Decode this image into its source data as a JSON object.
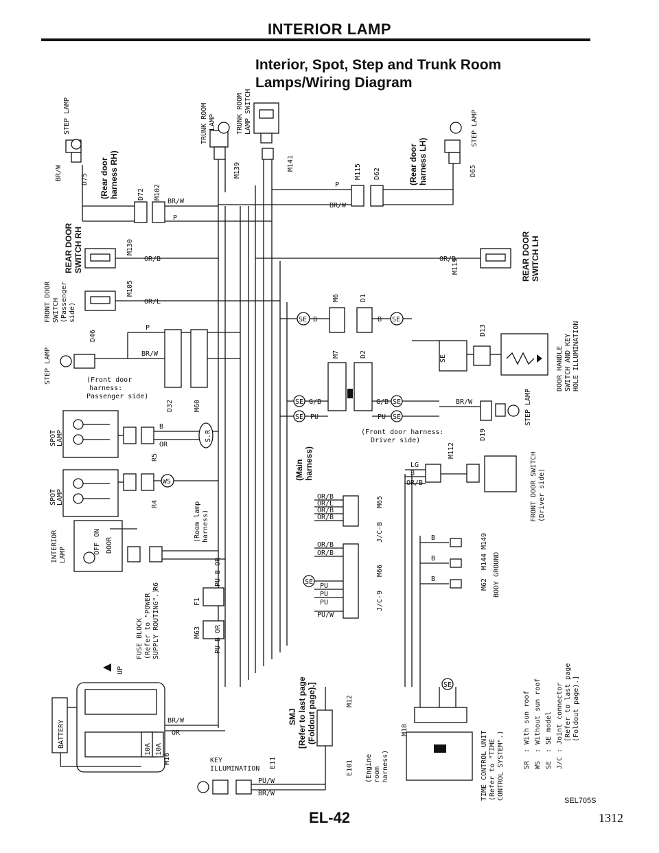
{
  "header": {
    "title": "INTERIOR LAMP",
    "subtitle_line1": "Interior, Spot, Step and Trunk Room",
    "subtitle_line2": "Lamps/Wiring Diagram"
  },
  "footer": {
    "page_code": "EL-42",
    "page_number": "1312",
    "image_code": "SEL705S"
  },
  "components": {
    "step_lamp_rh": "STEP LAMP",
    "rear_door_harness_rh_1": "(Rear door",
    "rear_door_harness_rh_2": "harness RH)",
    "trunk_room_lamp_1": "TRUNK ROOM",
    "trunk_room_lamp_2": "LAMP",
    "trunk_room_switch_1": "TRUNK ROOM",
    "trunk_room_switch_2": "LAMP SWITCH",
    "rear_door_harness_lh_1": "(Rear door",
    "rear_door_harness_lh_2": "harness LH)",
    "step_lamp_lh": "STEP LAMP",
    "rear_door_switch_rh_1": "REAR DOOR",
    "rear_door_switch_rh_2": "SWITCH RH",
    "rear_door_switch_lh_1": "REAR DOOR",
    "rear_door_switch_lh_2": "SWITCH LH",
    "front_door_switch_pass_1": "FRONT DOOR",
    "front_door_switch_pass_2": "SWITCH",
    "front_door_switch_pass_3": "(Passenger",
    "front_door_switch_pass_4": "side)",
    "step_lamp_front": "STEP LAMP",
    "front_door_harness_pass_1": "(Front door",
    "front_door_harness_pass_2": "harness:",
    "front_door_harness_pass_3": "Passenger side)",
    "door_handle_1": "DOOR HANDLE",
    "door_handle_2": "SWITCH AND KEY",
    "door_handle_3": "HOLE ILLUMINATION",
    "step_lamp_driver": "STEP LAMP",
    "front_door_harness_driver_1": "(Front door harness:",
    "front_door_harness_driver_2": "Driver side)",
    "spot_lamp_1a": "SPOT",
    "spot_lamp_1b": "LAMP",
    "spot_lamp_2a": "SPOT",
    "spot_lamp_2b": "LAMP",
    "main_harness_1": "(Main",
    "main_harness_2": "harness)",
    "front_door_switch_driver_1": "FRONT DOOR SWITCH",
    "front_door_switch_driver_2": "(Driver side)",
    "interior_lamp_1": "INTERIOR",
    "interior_lamp_2": "LAMP",
    "room_lamp_harness_1": "(Room lamp",
    "room_lamp_harness_2": "harness)",
    "jc_b": "J/C-B",
    "jc_9": "J/C-9",
    "body_ground": "BODY GROUND",
    "fuse_block_1": "FUSE BLOCK",
    "fuse_block_2": "(Refer to \"POWER",
    "fuse_block_3": "SUPPLY ROUTING\".)",
    "up": "UP",
    "battery": "BATTERY",
    "smj_1": "SMJ",
    "smj_2": "[Refer to last page",
    "smj_3": "(Foldout page).]",
    "key_illumination_1": "KEY",
    "key_illumination_2": "ILLUMINATION",
    "engine_room_harness_1": "(Engine",
    "engine_room_harness_2": "room",
    "engine_room_harness_3": "harness)",
    "time_control_1": "TIME CONTROL UNIT",
    "time_control_2": "(Refer to \"TIME",
    "time_control_3": "CONTROL SYSTEM\".)"
  },
  "connectors": {
    "d75": "D75",
    "d72": "D72",
    "m102": "M102",
    "m130": "M130",
    "m105": "M105",
    "m139": "M139",
    "m141": "M141",
    "m115": "M115",
    "d62": "D62",
    "d65": "D65",
    "m119": "M119",
    "m6": "M6",
    "d1": "D1",
    "m7": "M7",
    "d2": "D2",
    "d46": "D46",
    "d32": "D32",
    "m60": "M60",
    "d13": "D13",
    "d19": "D19",
    "r5": "R5",
    "r4": "R4",
    "m112": "M112",
    "m65": "M65",
    "m66": "M66",
    "r6": "R6",
    "f1": "F1",
    "m63": "M63",
    "m149": "M149",
    "m144": "M144",
    "m62": "M62",
    "m16": "M16",
    "m12": "M12",
    "m18": "M18",
    "e11": "E11",
    "e101": "E101"
  },
  "wires": {
    "br_w": "BR/W",
    "p": "P",
    "or_b": "OR/B",
    "or_l": "OR/L",
    "b": "B",
    "g_b": "G/B",
    "pu": "PU",
    "lg": "LG",
    "pu_w": "PU/W",
    "or": "OR",
    "pu_b": "PU B OR",
    "fuse_10a": "10A"
  },
  "symbols": {
    "se": "SE",
    "sr": "S.R",
    "ws": "WS",
    "off": "OFF",
    "on": "ON",
    "door": "DOOR"
  },
  "legend": [
    {
      "symbol": "SR",
      "text": ": With sun roof"
    },
    {
      "symbol": "WS",
      "text": ": Without sun roof"
    },
    {
      "symbol": "SE",
      "text": ": SE model"
    },
    {
      "symbol": "J/C",
      "text": ": Joint connector"
    },
    {
      "symbol": "",
      "text": "[Refer to last page"
    },
    {
      "symbol": "",
      "text": "(Foldout page).]"
    }
  ]
}
